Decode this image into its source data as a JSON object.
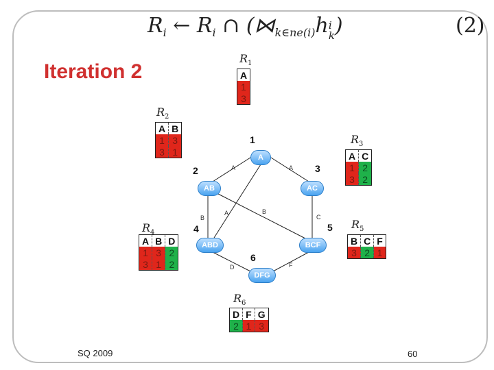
{
  "slide": {
    "equation_number": "(2)",
    "iteration_title": "Iteration 2",
    "footer_left": "SQ 2009",
    "page_number": "60"
  },
  "colors": {
    "title": "#d0302f",
    "cell_red": "#e0261b",
    "cell_green": "#1fb14a",
    "node": "#4aa3f0"
  },
  "relations": {
    "R1": {
      "name": "R",
      "index": "1",
      "headers": [
        "A"
      ],
      "rows": [
        [
          "1"
        ],
        [
          "3"
        ]
      ],
      "colors": [
        [
          "red"
        ],
        [
          "red"
        ]
      ]
    },
    "R2": {
      "name": "R",
      "index": "2",
      "headers": [
        "A",
        "B"
      ],
      "rows": [
        [
          "1",
          "3"
        ],
        [
          "3",
          "1"
        ]
      ],
      "colors": [
        [
          "red",
          "red"
        ],
        [
          "red",
          "red"
        ]
      ]
    },
    "R3": {
      "name": "R",
      "index": "3",
      "headers": [
        "A",
        "C"
      ],
      "rows": [
        [
          "1",
          "2"
        ],
        [
          "3",
          "2"
        ]
      ],
      "colors": [
        [
          "red",
          "grn"
        ],
        [
          "red",
          "grn"
        ]
      ]
    },
    "R4": {
      "name": "R",
      "index": "4",
      "headers": [
        "A",
        "B",
        "D"
      ],
      "rows": [
        [
          "1",
          "3",
          "2"
        ],
        [
          "3",
          "1",
          "2"
        ]
      ],
      "colors": [
        [
          "red",
          "red",
          "grn"
        ],
        [
          "red",
          "red",
          "grn"
        ]
      ]
    },
    "R5": {
      "name": "R",
      "index": "5",
      "headers": [
        "B",
        "C",
        "F"
      ],
      "rows": [
        [
          "3",
          "2",
          "1"
        ]
      ],
      "colors": [
        [
          "red",
          "grn",
          "red"
        ]
      ]
    },
    "R6": {
      "name": "R",
      "index": "6",
      "headers": [
        "D",
        "F",
        "G"
      ],
      "rows": [
        [
          "2",
          "1",
          "3"
        ]
      ],
      "colors": [
        [
          "grn",
          "red",
          "red"
        ]
      ]
    }
  },
  "graph": {
    "nodes": [
      {
        "id": "A",
        "label": "A",
        "number": "1"
      },
      {
        "id": "AB",
        "label": "AB",
        "number": "2"
      },
      {
        "id": "AC",
        "label": "AC",
        "number": "3"
      },
      {
        "id": "ABD",
        "label": "ABD",
        "number": "4"
      },
      {
        "id": "BCF",
        "label": "BCF",
        "number": "5"
      },
      {
        "id": "DFG",
        "label": "DFG",
        "number": "6"
      }
    ],
    "edges": [
      {
        "from": "A",
        "to": "AB",
        "label": "A"
      },
      {
        "from": "A",
        "to": "AC",
        "label": "A"
      },
      {
        "from": "A",
        "to": "ABD",
        "label": "A"
      },
      {
        "from": "AB",
        "to": "ABD",
        "label": "B"
      },
      {
        "from": "AB",
        "to": "BCF",
        "label": "B"
      },
      {
        "from": "AC",
        "to": "BCF",
        "label": "C"
      },
      {
        "from": "ABD",
        "to": "DFG",
        "label": "D"
      },
      {
        "from": "BCF",
        "to": "DFG",
        "label": "F"
      }
    ]
  }
}
